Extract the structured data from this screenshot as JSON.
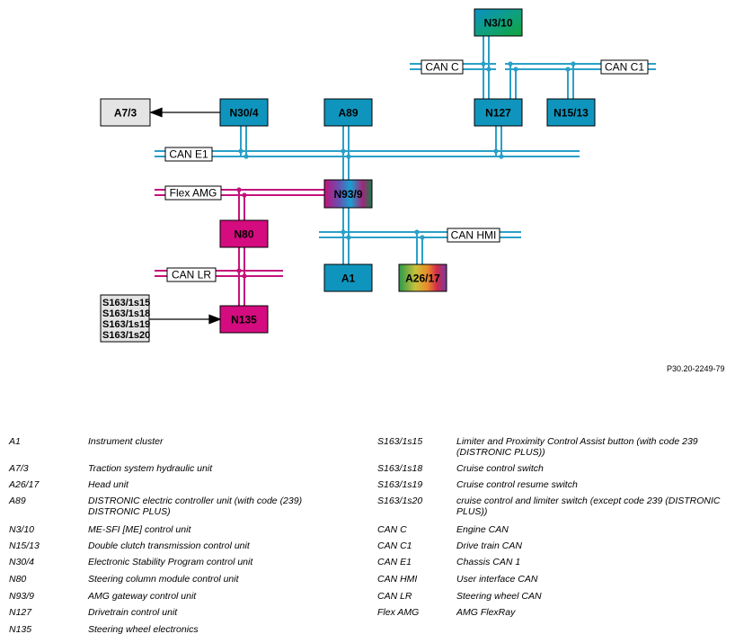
{
  "colors": {
    "bus": "#2aa0c8",
    "flexray": "#c4127a",
    "node_blue": "#0f95bd",
    "node_magenta": "#d40c7f",
    "node_grey": "#e4e4e4"
  },
  "nodes": {
    "n3_10": "N3/10",
    "n127": "N127",
    "n15_13": "N15/13",
    "n30_4": "N30/4",
    "a7_3": "A7/3",
    "a89": "A89",
    "n93_9": "N93/9",
    "n80": "N80",
    "n135": "N135",
    "a1": "A1",
    "a26_17": "A26/17",
    "switches": [
      "S163/1s15",
      "S163/1s18",
      "S163/1s19",
      "S163/1s20"
    ]
  },
  "buses": {
    "can_c": "CAN C",
    "can_c1": "CAN C1",
    "can_e1": "CAN E1",
    "flex_amg": "Flex AMG",
    "can_hmi": "CAN HMI",
    "can_lr": "CAN LR"
  },
  "reference": "P30.20-2249-79",
  "legend_left": [
    {
      "code": "A1",
      "desc": [
        "Instrument cluster"
      ]
    },
    {
      "code": "A7/3",
      "desc": [
        "Traction system hydraulic unit"
      ]
    },
    {
      "code": "A26/17",
      "desc": [
        "Head unit"
      ]
    },
    {
      "code": "A89",
      "desc": [
        "DISTRONIC electric controller unit (with code (239)",
        "DISTRONIC PLUS)"
      ]
    },
    {
      "code": "N3/10",
      "desc": [
        "ME-SFI [ME] control unit"
      ]
    },
    {
      "code": "N15/13",
      "desc": [
        "Double clutch transmission control unit"
      ]
    },
    {
      "code": "N30/4",
      "desc": [
        "Electronic Stability Program control unit"
      ]
    },
    {
      "code": "N80",
      "desc": [
        "Steering column module control unit"
      ]
    },
    {
      "code": "N93/9",
      "desc": [
        "AMG gateway control unit"
      ]
    },
    {
      "code": "N127",
      "desc": [
        "Drivetrain control unit"
      ]
    },
    {
      "code": "N135",
      "desc": [
        "Steering wheel electronics"
      ]
    }
  ],
  "legend_right": [
    {
      "code": "S163/1s15",
      "desc": [
        "Limiter and Proximity Control Assist button (with code 239",
        "(DISTRONIC PLUS))"
      ]
    },
    {
      "code": "S163/1s18",
      "desc": [
        "Cruise control switch"
      ]
    },
    {
      "code": "S163/1s19",
      "desc": [
        "Cruise control resume switch"
      ]
    },
    {
      "code": "S163/1s20",
      "desc": [
        "cruise control and limiter switch (except code 239 (DISTRONIC",
        "PLUS))"
      ]
    },
    {
      "code": "CAN C",
      "desc": [
        "Engine CAN"
      ]
    },
    {
      "code": "CAN C1",
      "desc": [
        "Drive train CAN"
      ]
    },
    {
      "code": "CAN E1",
      "desc": [
        "Chassis CAN 1"
      ]
    },
    {
      "code": "CAN HMI",
      "desc": [
        "User interface CAN"
      ]
    },
    {
      "code": "CAN LR",
      "desc": [
        "Steering wheel CAN"
      ]
    },
    {
      "code": "Flex AMG",
      "desc": [
        "AMG FlexRay"
      ]
    }
  ]
}
